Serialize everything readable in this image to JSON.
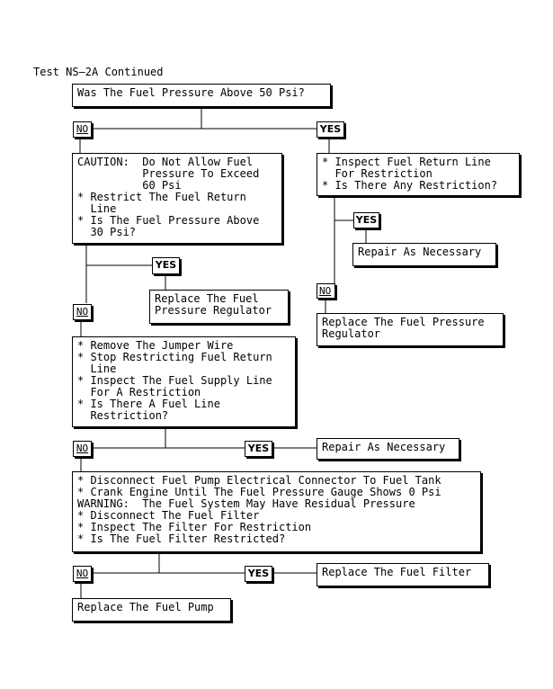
{
  "header": "Test NS–2A Continued",
  "q1": "Was The Fuel Pressure Above 50 Psi?",
  "b1": "CAUTION:  Do Not Allow Fuel\n          Pressure To Exceed\n          60 Psi\n* Restrict The Fuel Return\n  Line\n* Is The Fuel Pressure Above\n  30 Psi?",
  "b2": "* Inspect Fuel Return Line\n  For Restriction\n* Is There Any Restriction?",
  "repair1": "Repair As Necessary",
  "reg1": "Replace The Fuel\nPressure Regulator",
  "reg2": "Replace The Fuel Pressure\nRegulator",
  "b3": "* Remove The Jumper Wire\n* Stop Restricting Fuel Return\n  Line\n* Inspect The Fuel Supply Line\n  For A Restriction\n* Is There A Fuel Line\n  Restriction?",
  "repair2": "Repair As Necessary",
  "b4": "* Disconnect Fuel Pump Electrical Connector To Fuel Tank\n* Crank Engine Until The Fuel Pressure Gauge Shows 0 Psi\nWARNING:  The Fuel System May Have Residual Pressure\n* Disconnect The Fuel Filter\n* Inspect The Filter For Restriction\n* Is The Fuel Filter Restricted?",
  "filter": "Replace The Fuel Filter",
  "pump": "Replace The Fuel Pump",
  "no": "NO",
  "yes": "YES"
}
